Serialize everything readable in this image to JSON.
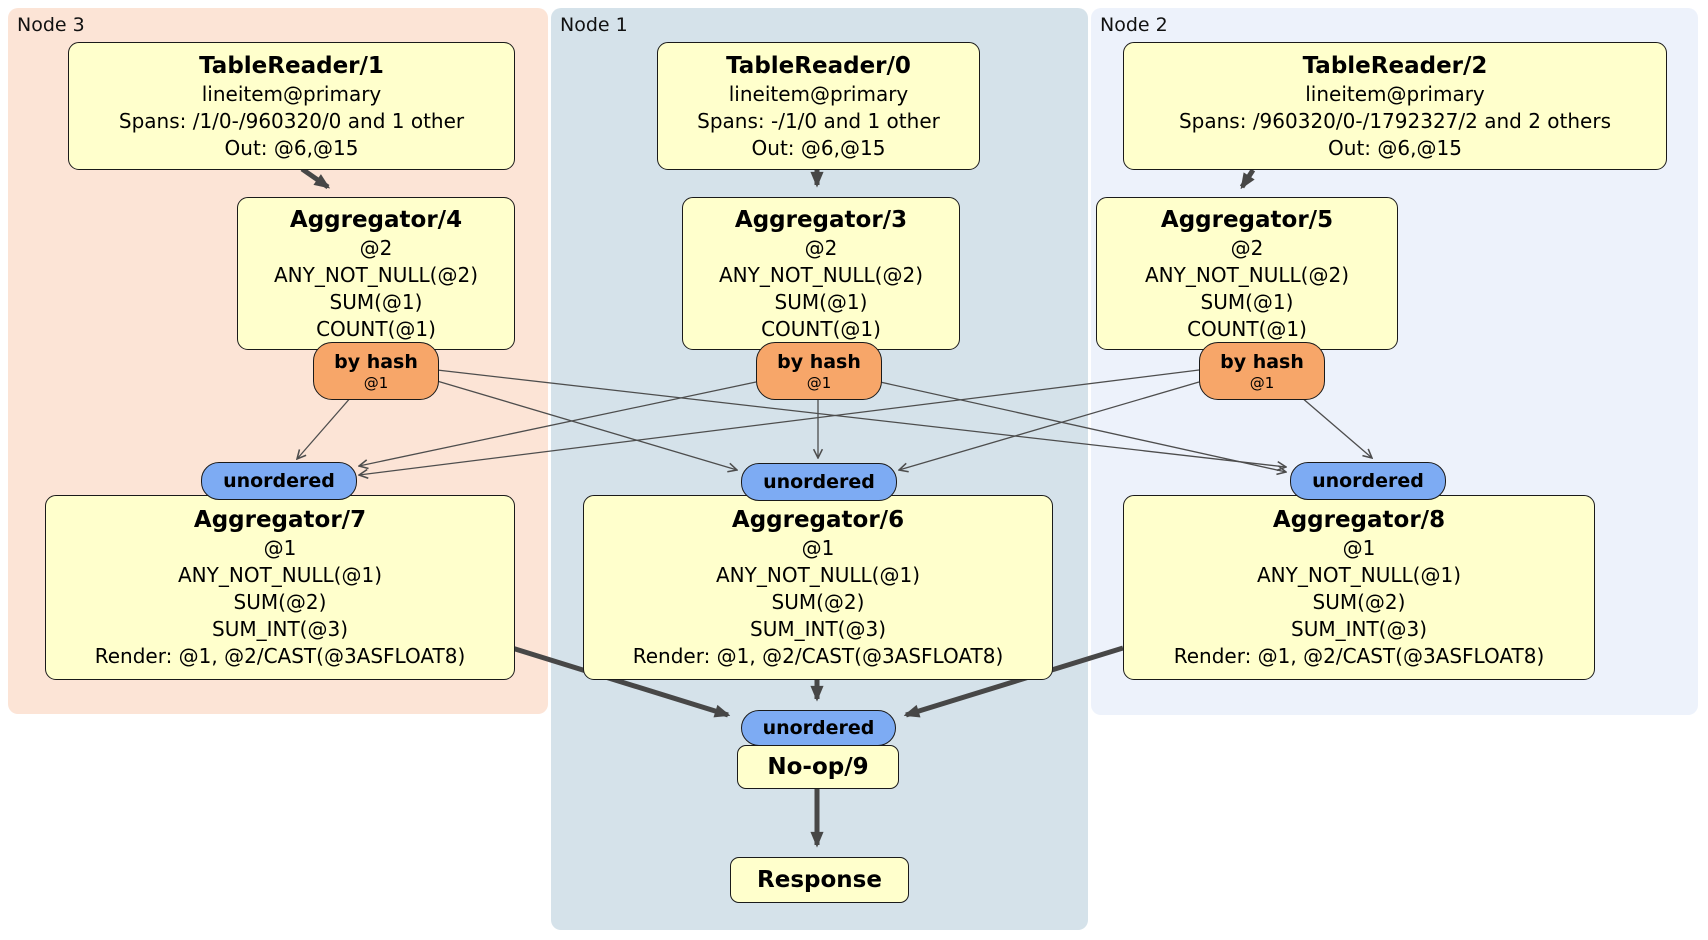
{
  "colors": {
    "node3_bg": "#fce4d6",
    "node1_bg": "#d5e2ea",
    "node2_bg": "#edf2fb",
    "box_fill": "#ffffcc",
    "box_border": "#1a1a1a",
    "router_fill": "#f7a669",
    "stream_fill": "#7dabf3",
    "edge_thin": "#4d4d4d",
    "edge_thick": "#474747",
    "text": "#000000"
  },
  "panels": {
    "node3": {
      "label": "Node 3"
    },
    "node1": {
      "label": "Node 1"
    },
    "node2": {
      "label": "Node 2"
    }
  },
  "boxes": {
    "tr1": {
      "title": "TableReader/1",
      "lines": [
        "lineitem@primary",
        "Spans: /1/0-/960320/0 and 1 other",
        "Out: @6,@15"
      ]
    },
    "tr0": {
      "title": "TableReader/0",
      "lines": [
        "lineitem@primary",
        "Spans: -/1/0 and 1 other",
        "Out: @6,@15"
      ]
    },
    "tr2": {
      "title": "TableReader/2",
      "lines": [
        "lineitem@primary",
        "Spans: /960320/0-/1792327/2 and 2 others",
        "Out: @6,@15"
      ]
    },
    "agg4": {
      "title": "Aggregator/4",
      "lines": [
        "@2",
        "ANY_NOT_NULL(@2)",
        "SUM(@1)",
        "COUNT(@1)"
      ]
    },
    "agg3": {
      "title": "Aggregator/3",
      "lines": [
        "@2",
        "ANY_NOT_NULL(@2)",
        "SUM(@1)",
        "COUNT(@1)"
      ]
    },
    "agg5": {
      "title": "Aggregator/5",
      "lines": [
        "@2",
        "ANY_NOT_NULL(@2)",
        "SUM(@1)",
        "COUNT(@1)"
      ]
    },
    "agg7": {
      "title": "Aggregator/7",
      "lines": [
        "@1",
        "ANY_NOT_NULL(@1)",
        "SUM(@2)",
        "SUM_INT(@3)",
        "Render: @1, @2/CAST(@3ASFLOAT8)"
      ]
    },
    "agg6": {
      "title": "Aggregator/6",
      "lines": [
        "@1",
        "ANY_NOT_NULL(@1)",
        "SUM(@2)",
        "SUM_INT(@3)",
        "Render: @1, @2/CAST(@3ASFLOAT8)"
      ]
    },
    "agg8": {
      "title": "Aggregator/8",
      "lines": [
        "@1",
        "ANY_NOT_NULL(@1)",
        "SUM(@2)",
        "SUM_INT(@3)",
        "Render: @1, @2/CAST(@3ASFLOAT8)"
      ]
    },
    "noop": {
      "title": "No-op/9"
    },
    "response": {
      "title": "Response"
    }
  },
  "routers": {
    "node3": {
      "label": "by hash",
      "key": "@1"
    },
    "node1": {
      "label": "by hash",
      "key": "@1"
    },
    "node2": {
      "label": "by hash",
      "key": "@1"
    }
  },
  "streams": {
    "node3": {
      "label": "unordered"
    },
    "node1": {
      "label": "unordered"
    },
    "node2": {
      "label": "unordered"
    },
    "final": {
      "label": "unordered"
    }
  }
}
